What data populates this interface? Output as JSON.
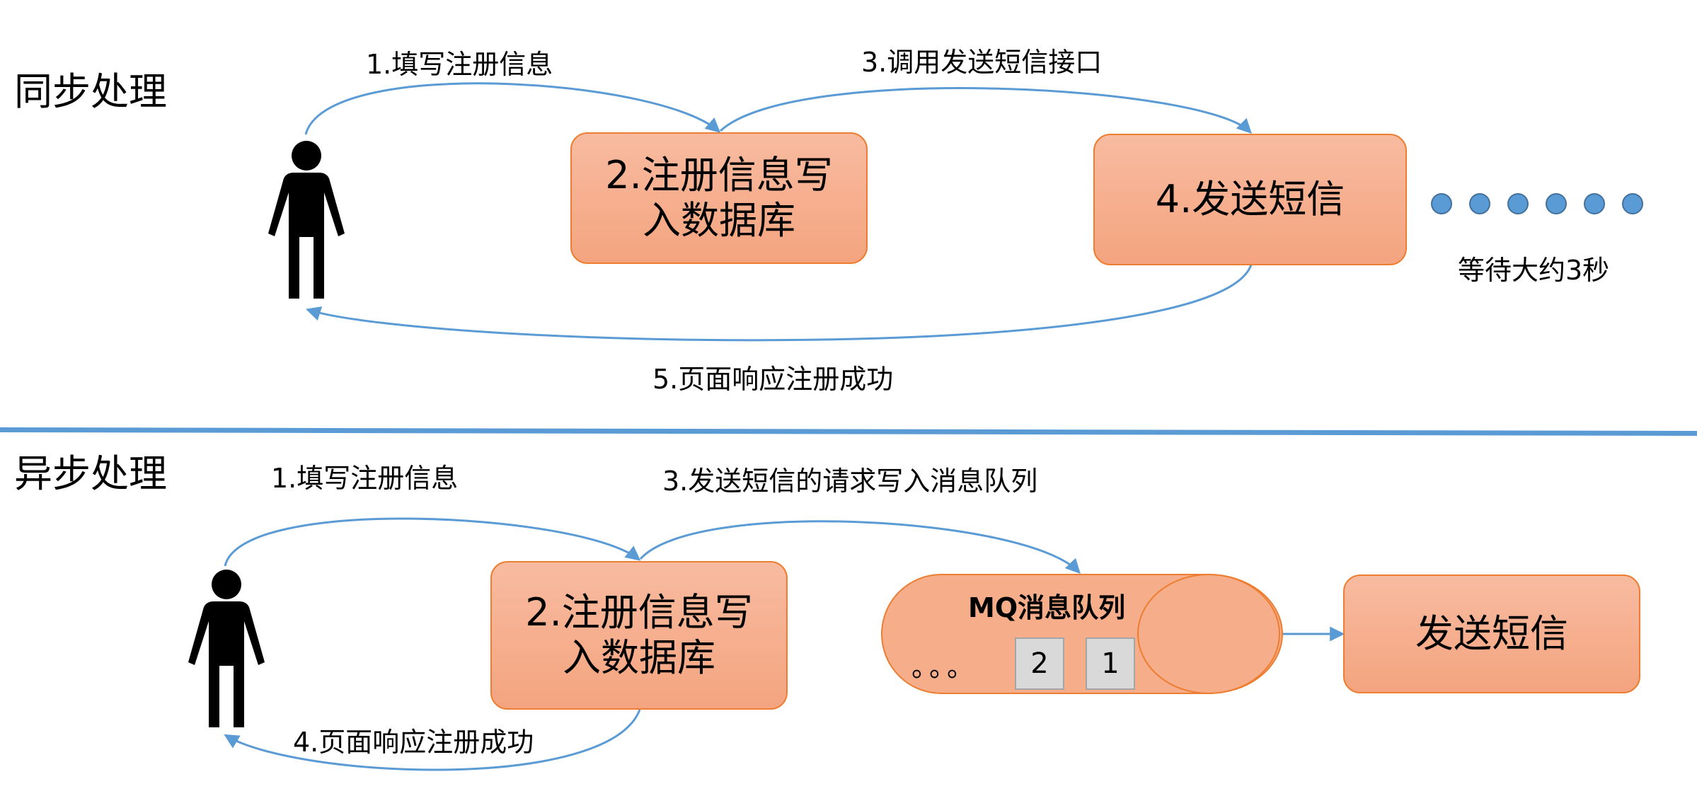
{
  "sync": {
    "title": "同步处理",
    "step1": "1.填写注册信息",
    "step2_line1": "2.注册信息写",
    "step2_line2": "入数据库",
    "step3": "3.调用发送短信接口",
    "step4": "4.发送短信",
    "step5": "5.页面响应注册成功",
    "wait": "等待大约3秒"
  },
  "async": {
    "title": "异步处理",
    "step1": "1.填写注册信息",
    "step2_line1": "2.注册信息写",
    "step2_line2": "入数据库",
    "step3": "3.发送短信的请求写入消息队列",
    "step4": "4.页面响应注册成功",
    "mq_title": "MQ消息队列",
    "mq_ellipsis": "。。。",
    "mq_items": [
      "2",
      "1"
    ],
    "send_sms": "发送短信"
  },
  "colors": {
    "arrow": "#5b9bd5",
    "box_border": "#ed7d31",
    "box_fill": "#f8bba0"
  },
  "icons": [
    "person-icon",
    "person-icon"
  ]
}
